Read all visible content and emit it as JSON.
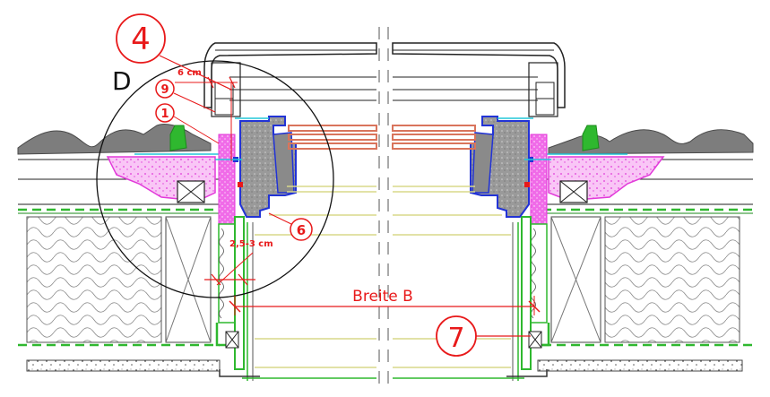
{
  "labels": {
    "callout_4": "4",
    "detail_d": "D",
    "callout_9": "9",
    "callout_1": "1",
    "callout_6": "6",
    "callout_7": "7",
    "dim_top": "6 cm",
    "dim_gap": "2,5-3 cm",
    "width_label": "Breite B"
  },
  "colors": {
    "annotation": "#e8191a",
    "mortar": "#e23ad9",
    "insulation_board": "#1a8a1a",
    "membrane_dash": "#2fb82f",
    "roof_tile": "#7d7d7d",
    "glazing_bar": "#d9745c",
    "frame_blue": "#2233d6",
    "cyan_line": "#22c7d9",
    "lining_yellow": "#d8d88a"
  }
}
